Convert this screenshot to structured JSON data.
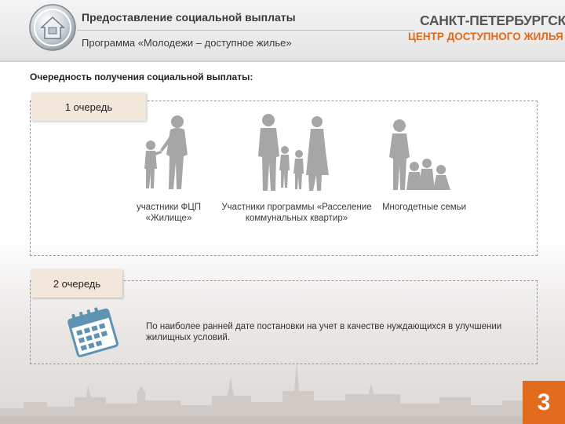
{
  "header": {
    "title": "Предоставление социальной выплаты",
    "subtitle": "Программа «Молодежи – доступное жилье»",
    "brand_line1": "САНКТ-ПЕТЕРБУРГСКИЙ",
    "brand_line2": "ЦЕНТР ДОСТУПНОГО ЖИЛЬЯ"
  },
  "section_title": "Очередность получения социальной выплаты:",
  "queue1": {
    "label": "1 очередь",
    "groups": [
      {
        "icon": "parent-with-child-icon",
        "caption": "участники ФЦП «Жилище»"
      },
      {
        "icon": "family-icon",
        "caption": "Участники программы «Расселение коммунальных квартир»"
      },
      {
        "icon": "large-family-icon",
        "caption": "Многодетные семьи"
      }
    ]
  },
  "queue2": {
    "label": "2 очередь",
    "icon": "calendar-icon",
    "description": "По наиболее ранней дате постановки на учет в качестве нуждающихся в улучшении жилищных условий."
  },
  "page_number": "3",
  "colors": {
    "accent": "#e36b1d",
    "tab_bg": "#f3e7dc",
    "silhouette": "#a6a6a6",
    "calendar": "#5f93b3"
  }
}
